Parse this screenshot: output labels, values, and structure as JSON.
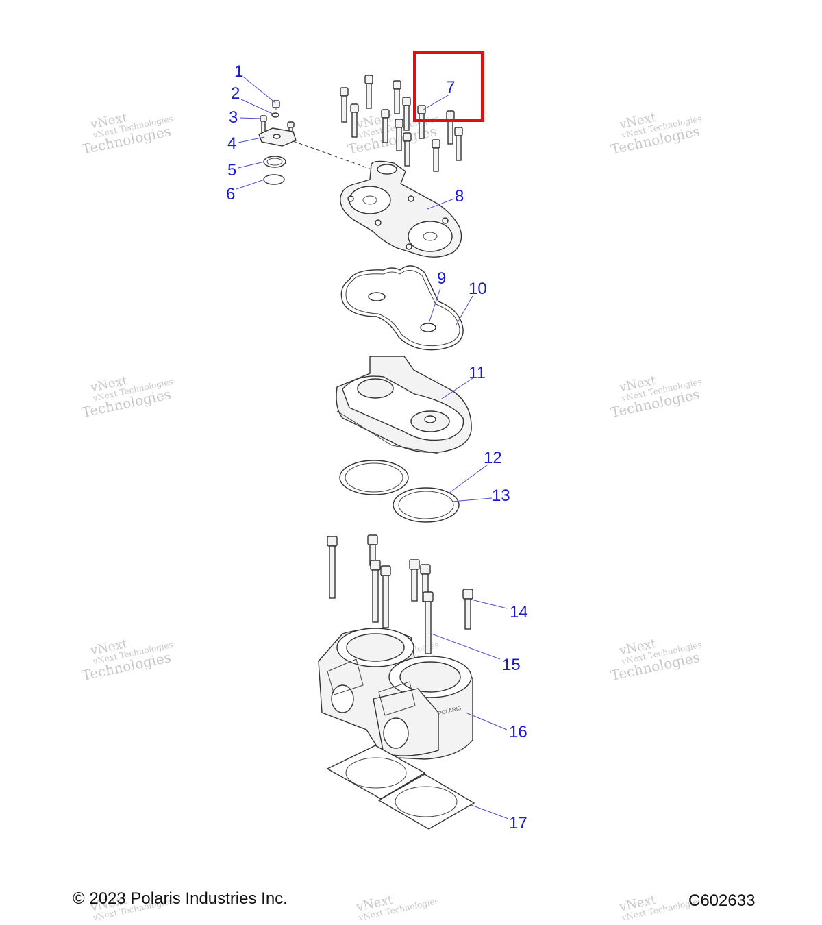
{
  "footer": {
    "copyright": "© 2023 Polaris Industries Inc.",
    "diagram_code": "C602633"
  },
  "callouts": [
    "1",
    "2",
    "3",
    "4",
    "5",
    "6",
    "7",
    "8",
    "9",
    "10",
    "11",
    "12",
    "13",
    "14",
    "15",
    "16",
    "17"
  ],
  "watermark": {
    "line1": "vNext Technologies",
    "line2": "vNext",
    "line3": "Technologies"
  },
  "highlight": {
    "target_callout": "7",
    "color": "#e01010"
  },
  "colors": {
    "callout": "#1a1acc",
    "line_art": "#333333"
  }
}
